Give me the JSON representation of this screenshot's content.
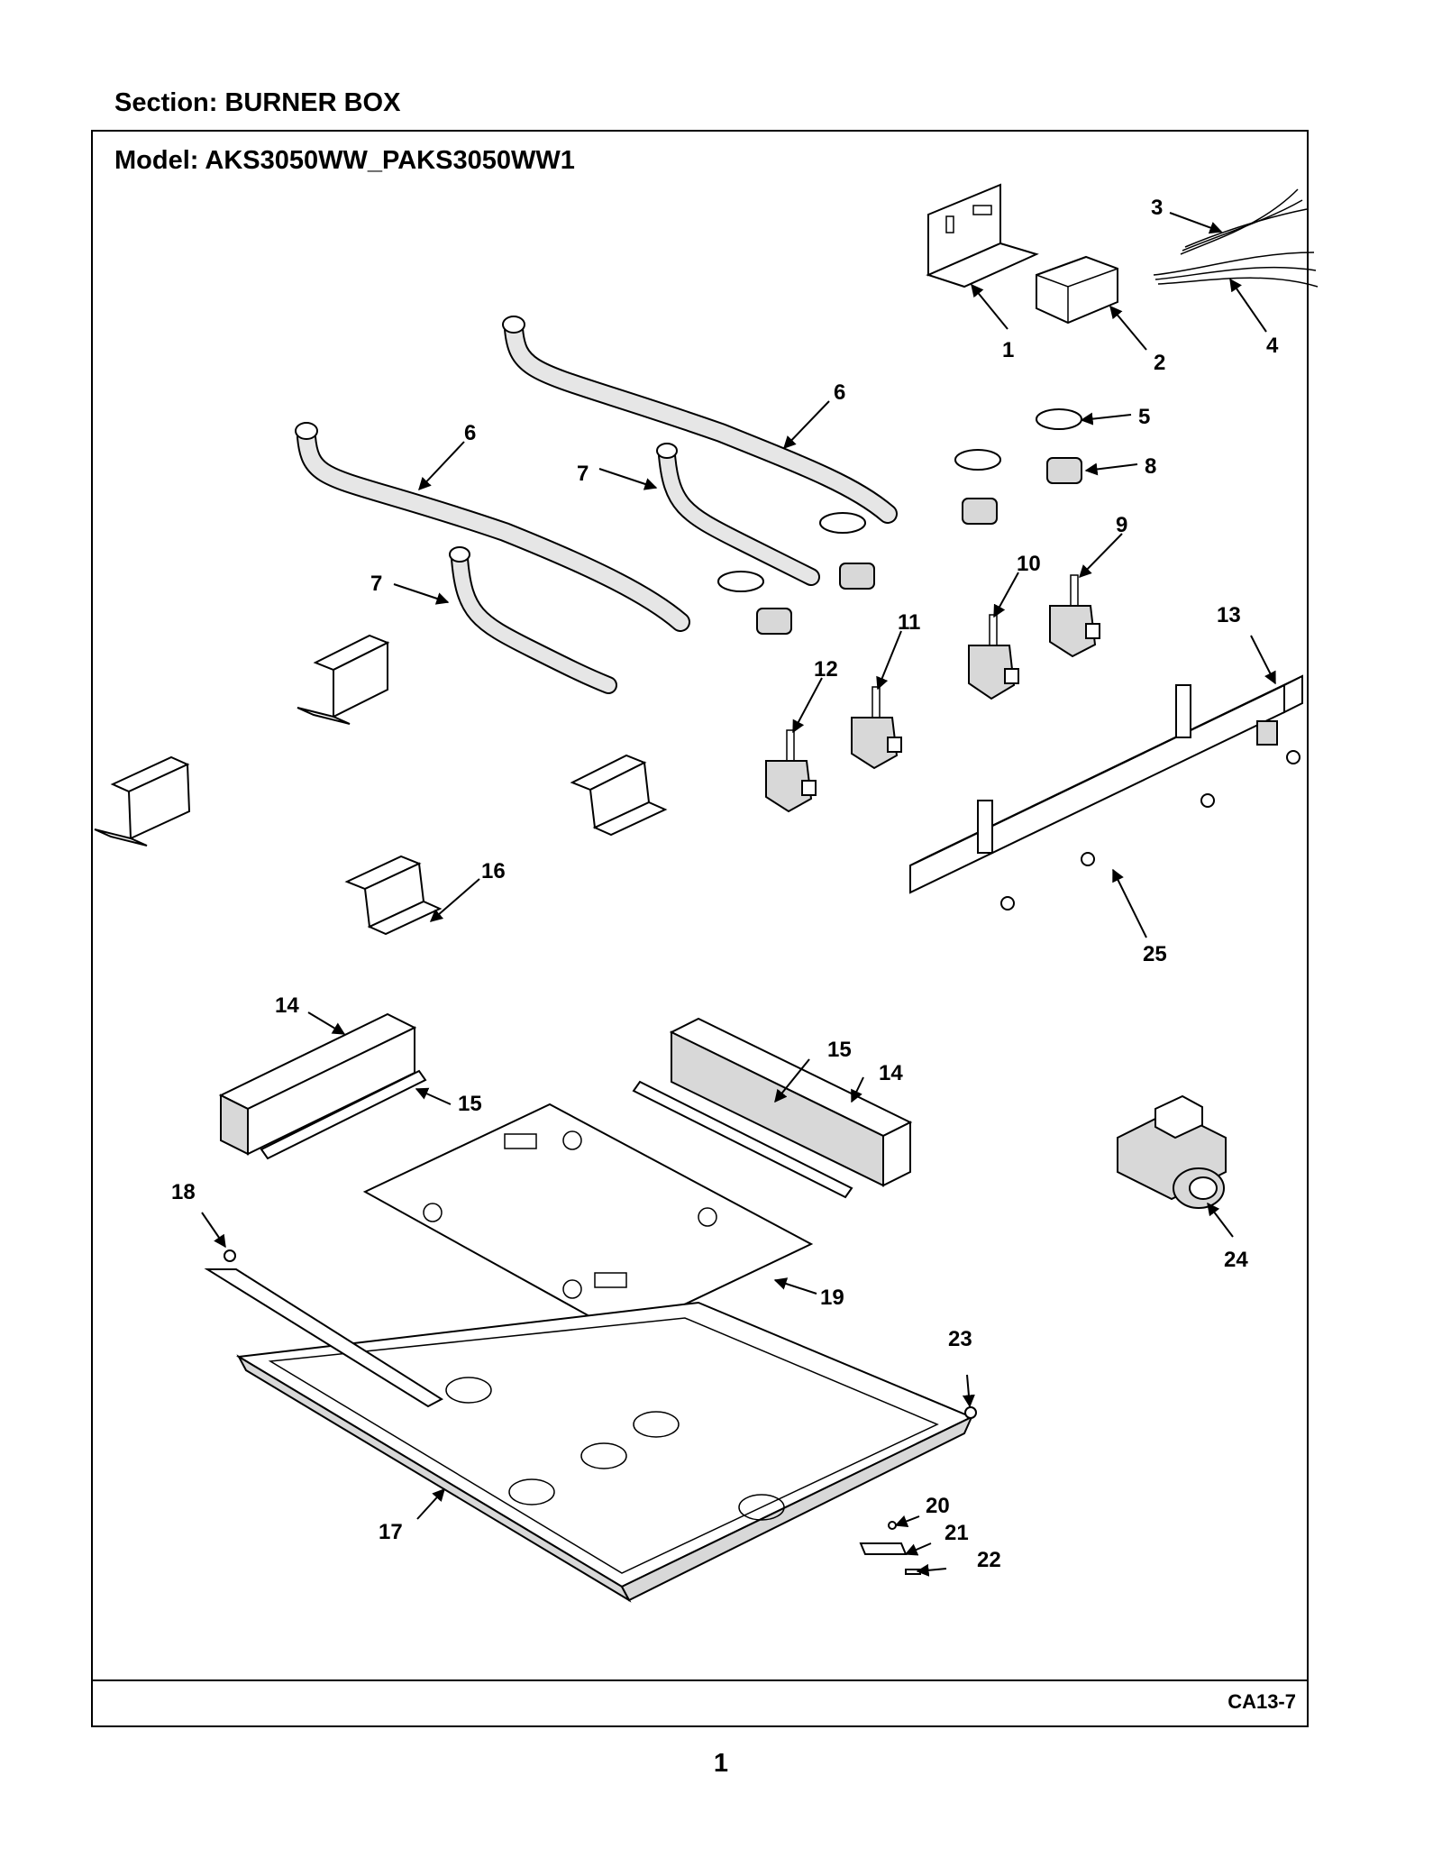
{
  "section_label": "Section:  BURNER BOX",
  "model_label": "Model:  AKS3050WW_PAKS3050WW1",
  "diagram_code": "CA13-7",
  "page_number": "1",
  "callouts": [
    {
      "id": "c1",
      "text": "1"
    },
    {
      "id": "c2",
      "text": "2"
    },
    {
      "id": "c3",
      "text": "3"
    },
    {
      "id": "c4",
      "text": "4"
    },
    {
      "id": "c5",
      "text": "5"
    },
    {
      "id": "c6a",
      "text": "6"
    },
    {
      "id": "c6b",
      "text": "6"
    },
    {
      "id": "c7a",
      "text": "7"
    },
    {
      "id": "c7b",
      "text": "7"
    },
    {
      "id": "c8",
      "text": "8"
    },
    {
      "id": "c9",
      "text": "9"
    },
    {
      "id": "c10",
      "text": "10"
    },
    {
      "id": "c11",
      "text": "11"
    },
    {
      "id": "c12",
      "text": "12"
    },
    {
      "id": "c13",
      "text": "13"
    },
    {
      "id": "c14a",
      "text": "14"
    },
    {
      "id": "c14b",
      "text": "14"
    },
    {
      "id": "c15a",
      "text": "15"
    },
    {
      "id": "c15b",
      "text": "15"
    },
    {
      "id": "c16",
      "text": "16"
    },
    {
      "id": "c17",
      "text": "17"
    },
    {
      "id": "c18",
      "text": "18"
    },
    {
      "id": "c19",
      "text": "19"
    },
    {
      "id": "c20",
      "text": "20"
    },
    {
      "id": "c21",
      "text": "21"
    },
    {
      "id": "c22",
      "text": "22"
    },
    {
      "id": "c23",
      "text": "23"
    },
    {
      "id": "c24",
      "text": "24"
    },
    {
      "id": "c25",
      "text": "25"
    }
  ]
}
